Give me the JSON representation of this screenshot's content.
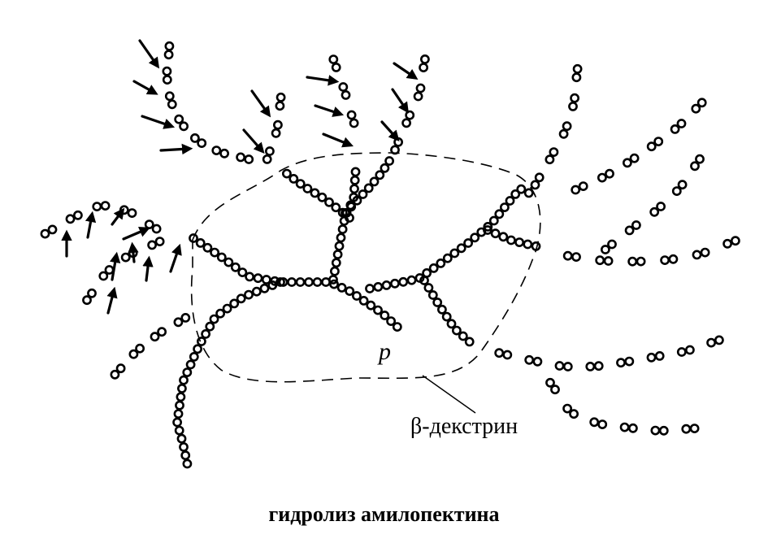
{
  "labels": {
    "branch_point": "p",
    "core_label": "β-декстрин"
  },
  "caption": "гидролиз амилопектина",
  "colors": {
    "ink": "#000000",
    "background": "#ffffff"
  }
}
